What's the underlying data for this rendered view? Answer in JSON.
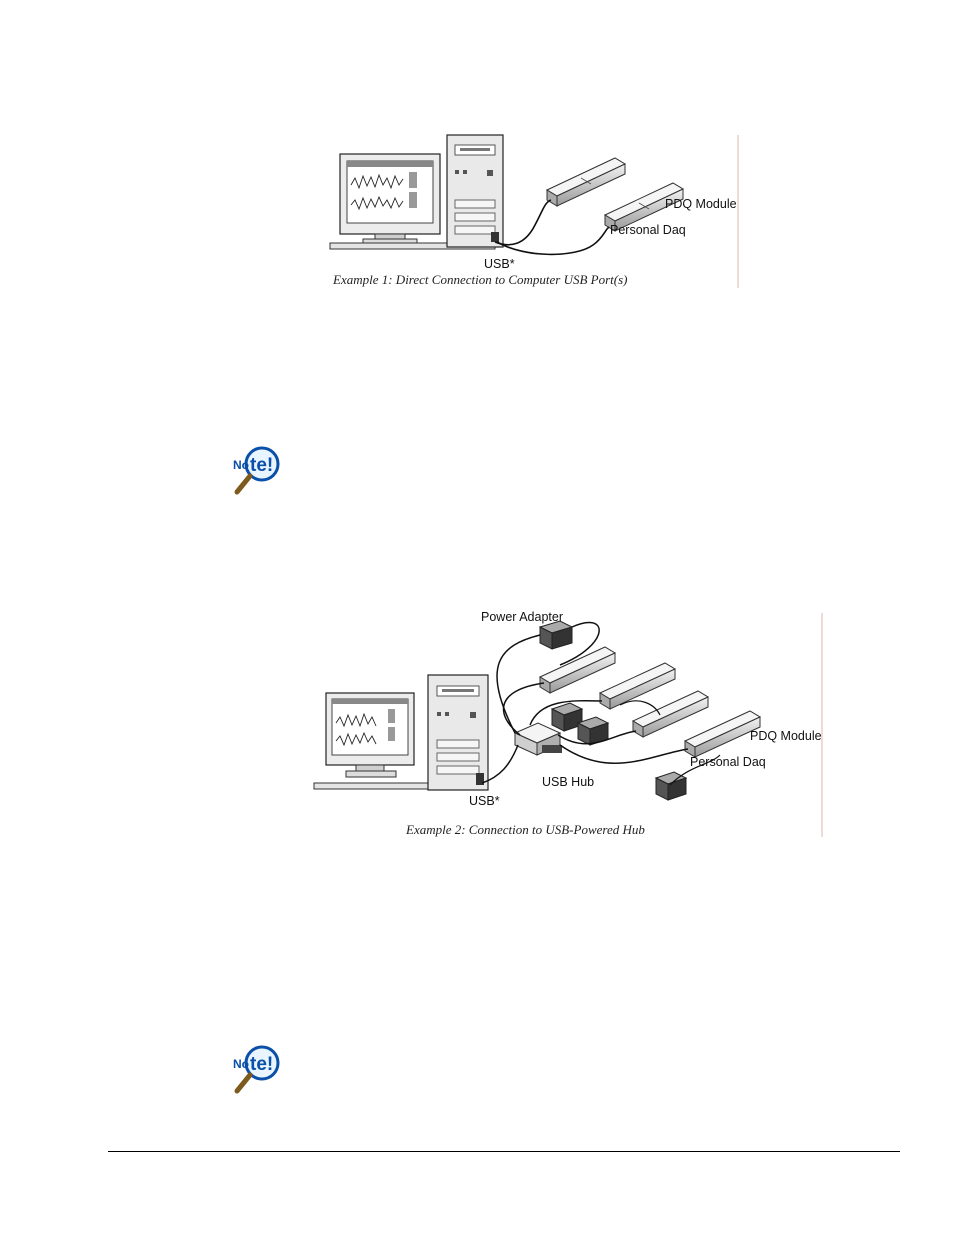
{
  "figure1": {
    "labels": {
      "pdq_module": "PDQ Module",
      "personal_daq": "Personal Daq",
      "usb": "USB*"
    },
    "caption": "Example 1:  Direct Connection to Computer USB Port(s)"
  },
  "figure2": {
    "labels": {
      "power_adapter": "Power Adapter",
      "pdq_module": "PDQ Module",
      "personal_daq": "Personal Daq",
      "usb_hub": "USB Hub",
      "usb": "USB*"
    },
    "caption": "Example 2:  Connection to USB-Powered Hub"
  },
  "notes": [
    {
      "icon": "note-magnifier-icon",
      "text": "Note!"
    },
    {
      "icon": "note-magnifier-icon",
      "text": "Note!"
    }
  ]
}
